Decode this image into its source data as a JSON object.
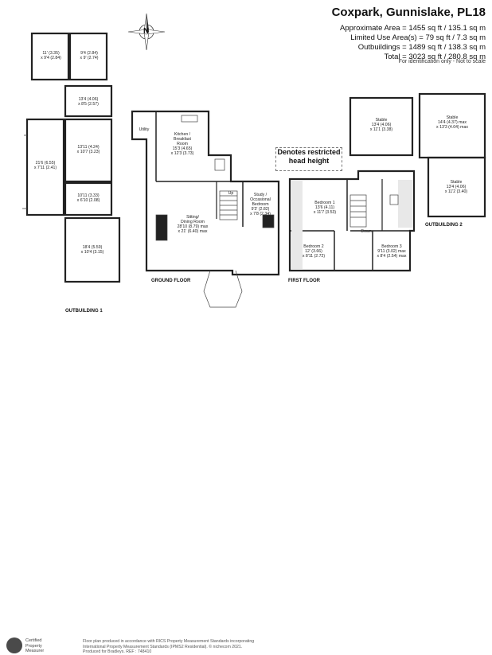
{
  "header": {
    "title": "Coxpark, Gunnislake, PL18",
    "areas": [
      "Approximate Area = 1455 sq ft / 135.1 sq m",
      "Limited Use Area(s) = 79 sq ft / 7.3 sq m",
      "Outbuildings = 1489 sq ft / 138.3 sq m",
      "Total = 3023 sq ft / 280.8 sq m"
    ],
    "disclaimer": "For identification only - Not to scale"
  },
  "compass": {
    "letter": "N"
  },
  "restricted_note": {
    "line1": "Denotes restricted",
    "line2": "head height"
  },
  "sections": {
    "ground": "GROUND FLOOR",
    "first": "FIRST FLOOR",
    "out1": "OUTBUILDING 1",
    "out2": "OUTBUILDING 2"
  },
  "rooms": {
    "o1_a": "11' (3.35)\nx 9'4 (2.84)",
    "o1_b": "9'4 (2.84)\nx 9' (2.74)",
    "o1_c": "13'4 (4.06)\nx 8'5 (2.57)",
    "o1_d": "13'11 (4.24)\nx 10'7 (3.23)",
    "o1_e": "21'6 (6.55)\nx 7'11 (2.41)",
    "o1_f": "10'11 (3.33)\nx 6'10 (2.08)",
    "o1_g": "18'4 (5.59)\nx 10'4 (3.15)",
    "utility": "Utility",
    "kitchen": "Kitchen /\nBreakfast\nRoom\n15'3 (4.65)\nx 12'3 (3.73)",
    "study": "Study /\nOccasional\nBedroom\n9'3' (2.82)\nx 7'8 (2.34)",
    "sitting": "Sitting/\nDining Room\n28'10 (8.79) max\nx 21' (6.40) max",
    "up": "Up",
    "bed1": "Bedroom 1\n13'6 (4.11)\nx 11'7 (3.53)",
    "bed2": "Bedroom 2\n12' (3.66)\nx 8'11 (2.72)",
    "bed3": "Bedroom 3\n9'11 (3.02) max\nx 8'4 (2.54) max",
    "down": "Down",
    "stable1": "Stable\n13'4 (4.06)\nx 11'1 (3.38)",
    "stable2": "Stable\n14'4 (4.37) max\nx 13'3 (4.04) max",
    "stable3": "Stable\n13'4 (4.06)\nx 11'2 (3.40)"
  },
  "footer": {
    "badge_line1": "Certified",
    "badge_line2": "Property",
    "badge_line3": "Measurer",
    "text_line1": "Floor plan produced in accordance with RICS Property Measurement Standards incorporating",
    "text_line2": "International Property Measurement Standards (IPMS2 Residential). © nichecom 2021.",
    "text_line3": "Produced for Bradleys.   REF : 748410"
  }
}
